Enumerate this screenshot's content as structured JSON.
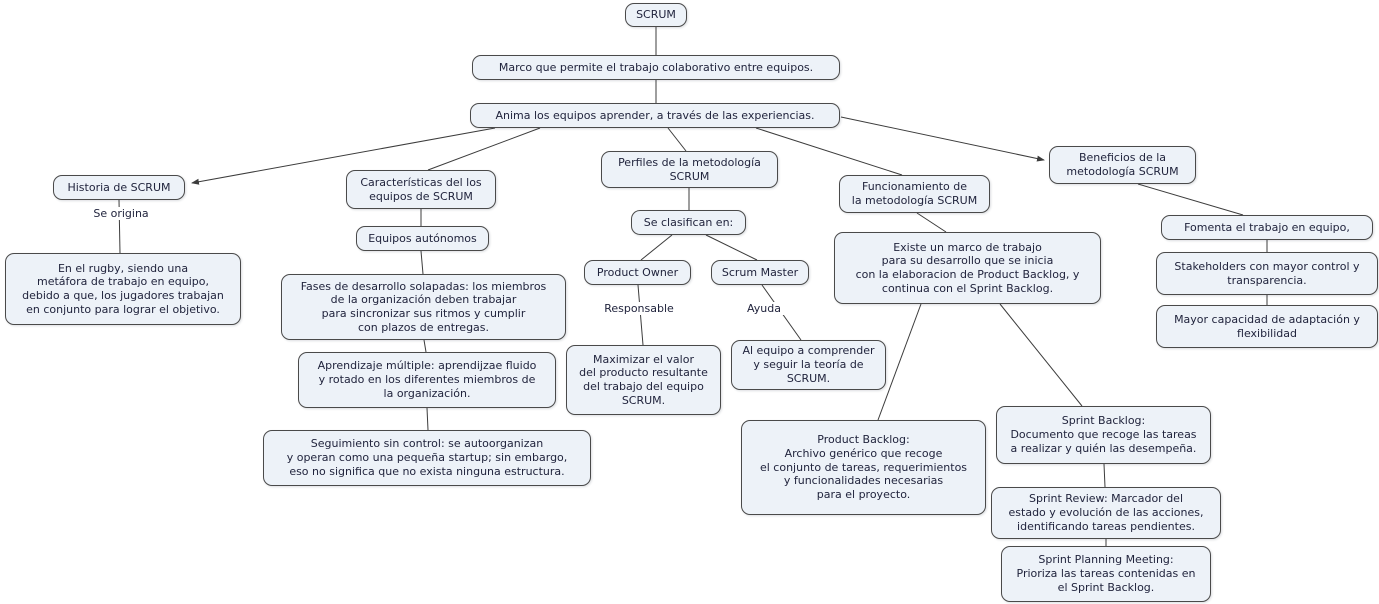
{
  "style": {
    "background": "#ffffff",
    "node_fill": "#edf2f8",
    "node_border": "#4a4a4a",
    "text_color": "#21243d",
    "line_color": "#3c3c3c"
  },
  "diagram": {
    "title": "SCRUM concept map",
    "nodes": {
      "scrum": "SCRUM",
      "marco": "Marco que permite el trabajo colaborativo entre equipos.",
      "anima": "Anima  los equipos aprender, a través de las experiencias.",
      "historia": "Historia de SCRUM",
      "se_origina": "Se origina",
      "rugby": "En el rugby, siendo una\nmetáfora de trabajo en equipo,\ndebido a que, los jugadores trabajan\nen conjunto para lograr el objetivo.",
      "caracteristicas": "Características del los\nequipos de SCRUM",
      "equipos_autonomos": "Equipos autónomos",
      "fases": "Fases de desarrollo solapadas: los miembros\nde la organización deben trabajar\npara sincronizar sus ritmos y cumplir\ncon plazos de entregas.",
      "aprendizaje": "Aprendizaje múltiple: aprendijzae fluido\ny rotado en los diferentes miembros de\nla organización.",
      "seguimiento": "Seguimiento sin control: se autoorganizan\ny operan como una pequeña startup; sin embargo,\neso no significa que no exista ninguna estructura.",
      "perfiles": "Perfiles de la metodología\nSCRUM",
      "se_clasifican": "Se clasifican en:",
      "product_owner": "Product Owner",
      "scrum_master": "Scrum Master",
      "responsable": "Responsable",
      "ayuda": "Ayuda",
      "maximizar": "Maximizar el valor\ndel producto resultante\ndel trabajo del equipo\nSCRUM.",
      "al_equipo": "Al equipo a comprender\ny seguir la teoría de\nSCRUM.",
      "funcionamiento": "Funcionamiento de\nla metodología SCRUM",
      "existe": "Existe un marco de trabajo\npara su desarrollo que se inicia\ncon la elaboracion de Product Backlog, y\ncontinua con el Sprint Backlog.",
      "product_backlog": "Product Backlog:\nArchivo genérico que recoge\nel conjunto de tareas, requerimientos\ny funcionalidades necesarias\npara el proyecto.",
      "sprint_backlog": "Sprint Backlog:\nDocumento que recoge las tareas\na realizar y quién las desempeña.",
      "sprint_review": "Sprint Review: Marcador del\nestado y evolución de las acciones,\nidentificando tareas pendientes.",
      "sprint_planning": "Sprint Planning Meeting:\nPrioriza las tareas contenidas en\nel Sprint Backlog.",
      "beneficios": "Beneficios de la\nmetodología SCRUM",
      "fomenta": "Fomenta el trabajo en equipo,",
      "stakeholders": "Stakeholders con mayor control y\ntransparencia.",
      "mayor": "Mayor capacidad de adaptación y\nflexibilidad"
    }
  }
}
